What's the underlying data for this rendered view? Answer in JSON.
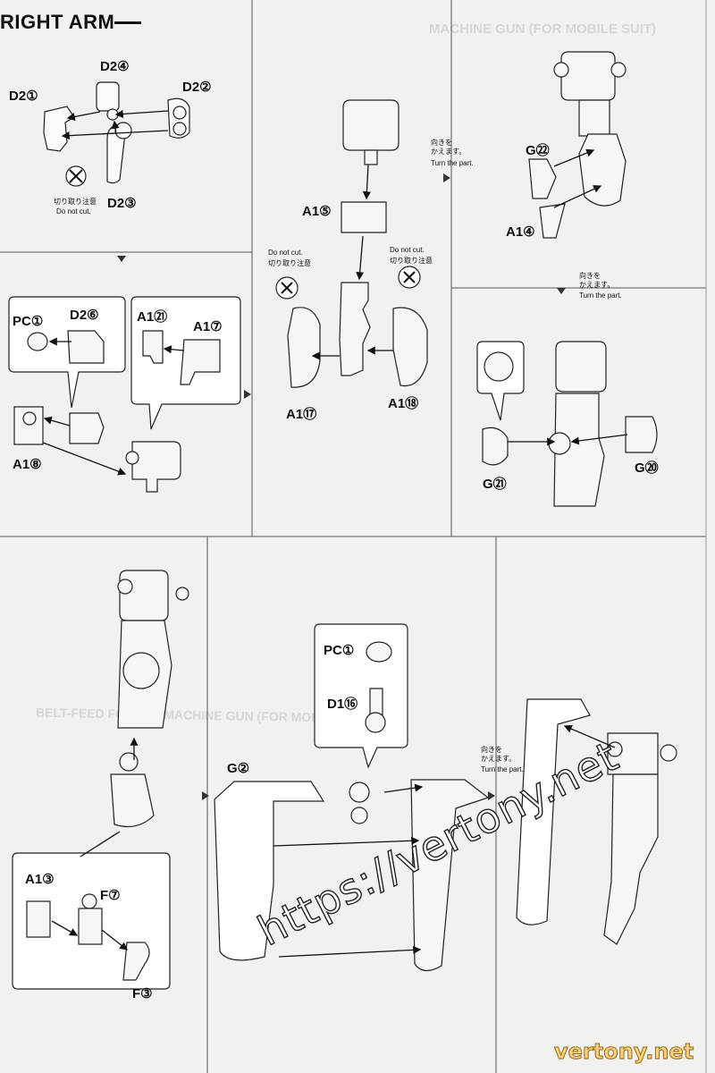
{
  "title": "RIGHT ARM",
  "background_text": {
    "header_right": "MACHINE GUN (FOR MOBILE SUIT)",
    "belt_text": "BELT-FEED FORMAT MACHINE GUN (FOR MOBILE SUITS)"
  },
  "step1": {
    "labels": [
      "D2④",
      "D2①",
      "D2②",
      "D2③"
    ],
    "do_not_cut_jp": "切り取り注意",
    "do_not_cut_en": "Do not cut."
  },
  "step2": {
    "labels": [
      "PC①",
      "D2⑥",
      "A1㉑",
      "A1⑦",
      "A1⑧"
    ]
  },
  "step3": {
    "turn_jp": "向きを\nかえます。",
    "turn_en": "Turn the part.",
    "labels": [
      "A1⑤",
      "A1⑰",
      "A1⑱"
    ],
    "do_not_cut_en_left": "Do not cut.",
    "do_not_cut_jp_left": "切り取り注意",
    "do_not_cut_en_right": "Do not cut.",
    "do_not_cut_jp_right": "切り取り注意"
  },
  "step4": {
    "labels": [
      "G㉒",
      "A1④"
    ],
    "turn_jp": "向きを\nかえます。",
    "turn_en": "Turn the part."
  },
  "step5": {
    "labels": [
      "G⑳",
      "G㉑"
    ]
  },
  "step6": {
    "labels": [
      "A1③",
      "F⑦",
      "F③"
    ]
  },
  "step7": {
    "labels": [
      "G②",
      "PC①",
      "D1⑯"
    ],
    "turn_jp": "向きを\nかえます。",
    "turn_en": "Turn the part."
  },
  "watermark": "https://vertony.net",
  "site_mark": "vertony.net"
}
